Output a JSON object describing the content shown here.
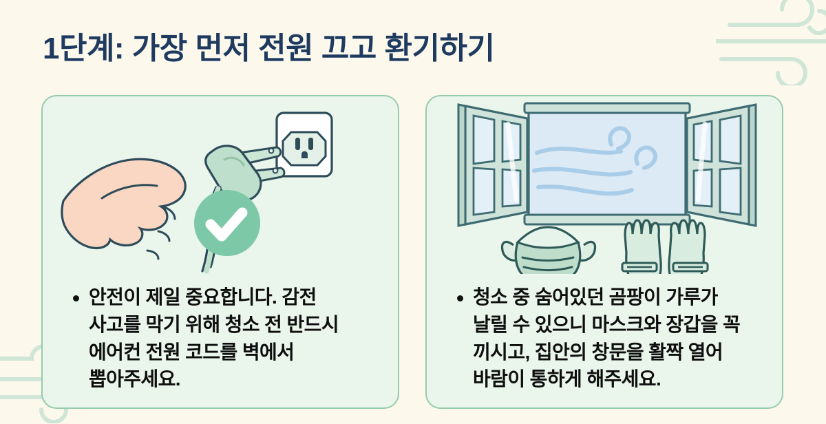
{
  "page": {
    "background_color": "#FCF8EC",
    "title": "1단계: 가장 먼저 전원 끄고 환기하기",
    "title_color": "#1E3A5F"
  },
  "decorations": {
    "top_right": "wind-swirl-lines",
    "bottom_left": "wind-swirl-lines",
    "color": "#CFE5D5"
  },
  "cards": [
    {
      "id": "power-off",
      "background_color": "#EAF5EC",
      "border_color": "#97CBAD",
      "illustration": "hand-unplugging-cord-from-wall-outlet-with-green-check",
      "icons": [
        "hand-icon",
        "power-plug-icon",
        "wall-outlet-icon",
        "check-circle-icon"
      ],
      "bullet": "안전이 제일 중요합니다. 감전\n사고를 막기 위해 청소 전 반드시\n에어컨 전원 코드를 벽에서\n뽑아주세요."
    },
    {
      "id": "ventilate",
      "background_color": "#EAF5EC",
      "border_color": "#97CBAD",
      "illustration": "open-window-with-airflow-plus-mask-and-gloves",
      "icons": [
        "open-window-icon",
        "wind-icon",
        "face-mask-icon",
        "gloves-icon"
      ],
      "bullet": "청소 중 숨어있던 곰팡이 가루가\n날릴 수 있으니 마스크와 장갑을 꼭\n끼시고, 집안의 창문을 활짝 열어\n바람이 통하게 해주세요."
    }
  ],
  "palette": {
    "cream": "#FCF8EC",
    "card_fill": "#EAF5EC",
    "card_border": "#97CBAD",
    "navy": "#1E3A5F",
    "outline": "#2E4B5A",
    "mint": "#BFE0CC",
    "mint_light": "#D9EDE0",
    "skin": "#F9D7C3",
    "glass": "#DCEAF6",
    "wind_blue": "#A9CDE8",
    "check_green": "#7DC9A7",
    "white": "#FFFFFF"
  }
}
